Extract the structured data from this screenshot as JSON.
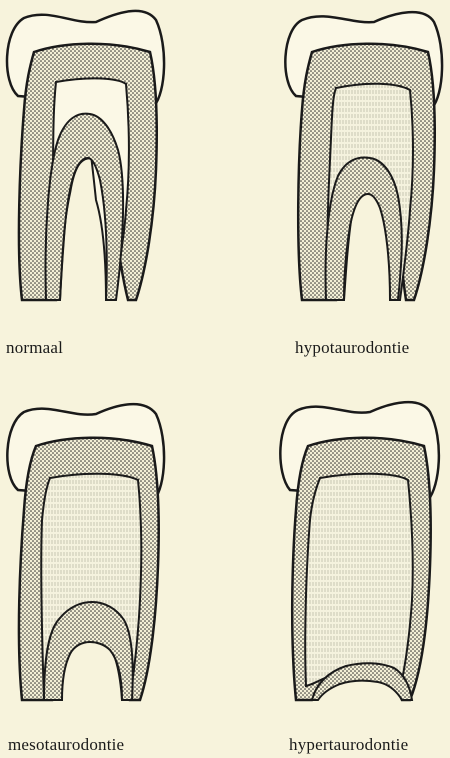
{
  "labels": {
    "normal": "normaal",
    "hypo": "hypotaurodontie",
    "meso": "mesotaurodontie",
    "hyper": "hypertaurodontie"
  },
  "colors": {
    "paper": "#f7f3dc",
    "ink": "#1a1a1a",
    "enamel": "#fbf8e6",
    "dentin_stipple": "#2a2a2a",
    "pulp_hatch": "#8c8a7c"
  }
}
